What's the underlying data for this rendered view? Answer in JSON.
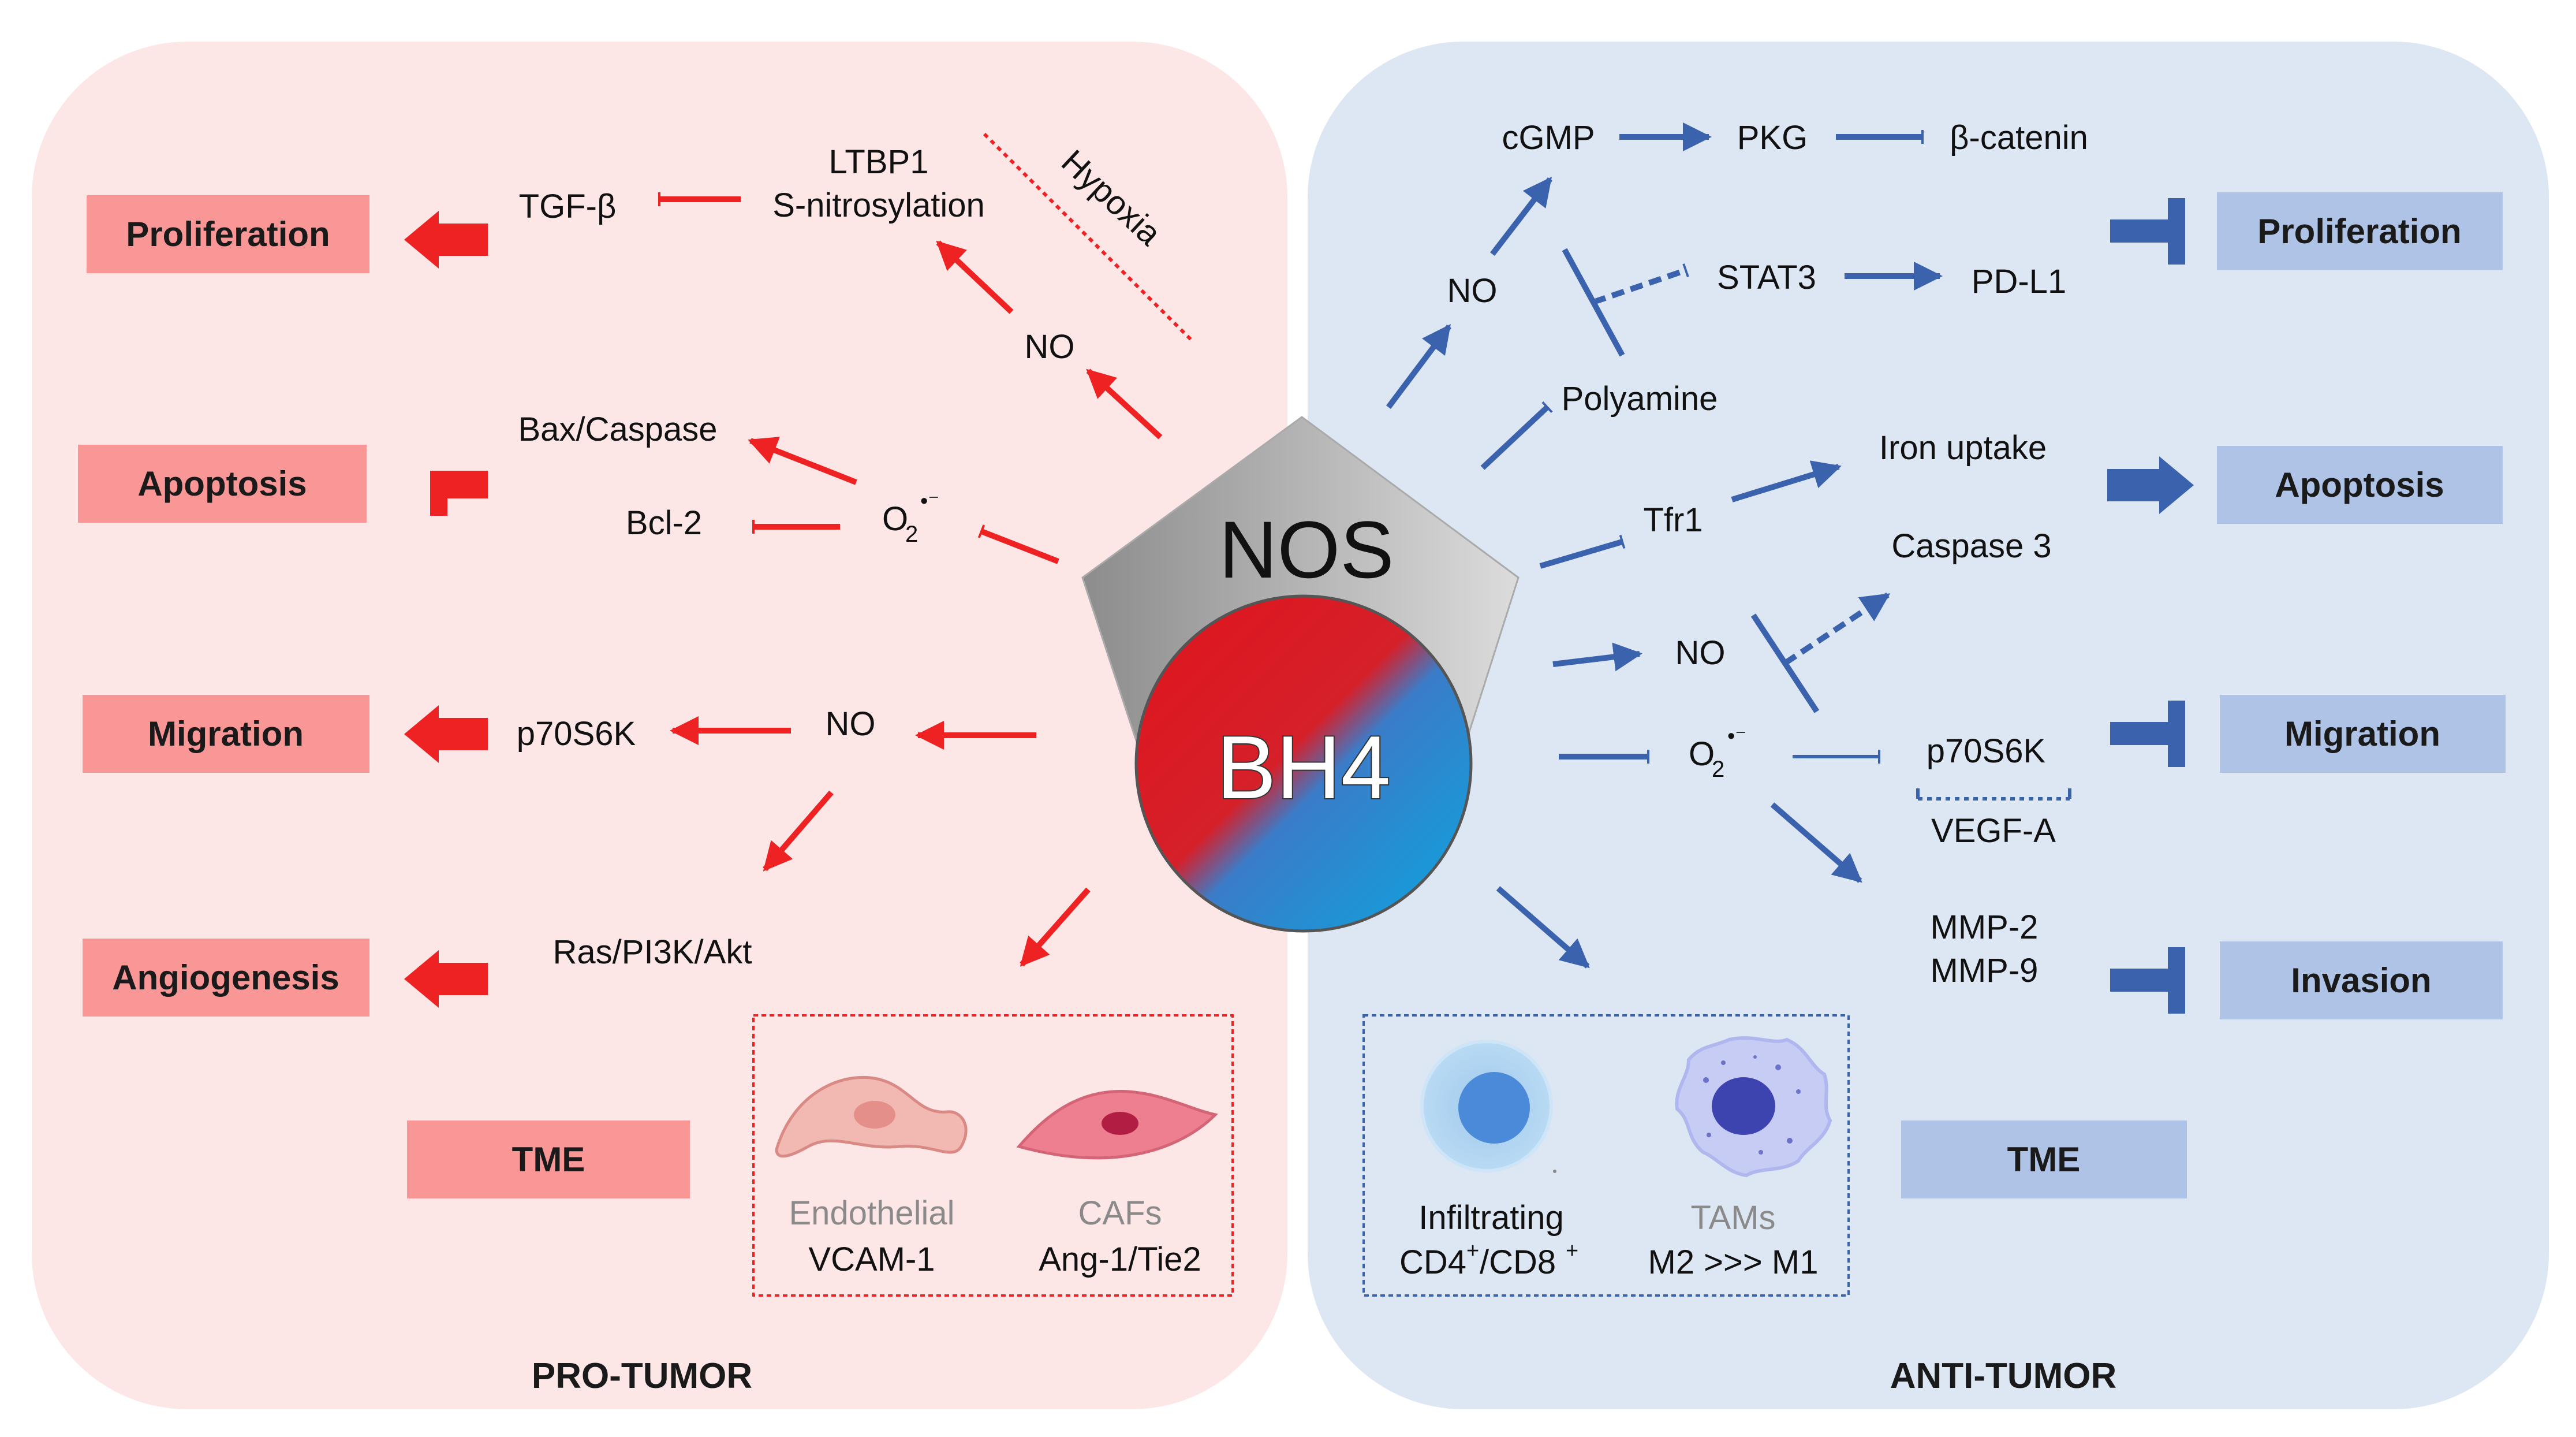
{
  "colors": {
    "pro_panel": "#fde6e6",
    "anti_panel": "#dde6f3",
    "pro_box": "#f99797",
    "anti_box": "#aec3e6",
    "red": "#ee2222",
    "blue": "#3b63ad"
  },
  "center": {
    "nos": "NOS",
    "bh4": "BH4"
  },
  "pro": {
    "title": "PRO-TUMOR",
    "boxes": {
      "proliferation": "Proliferation",
      "apoptosis": "Apoptosis",
      "migration": "Migration",
      "angiogenesis": "Angiogenesis",
      "tme": "TME"
    },
    "labels": {
      "tgf": "TGF-β",
      "ltbp1_a": "LTBP1",
      "ltbp1_b": "S-nitrosylation",
      "hypoxia": "Hypoxia",
      "no1": "NO",
      "bax": "Bax/Caspase",
      "bcl2": "Bcl-2",
      "o2": "O",
      "p70": "p70S6K",
      "no2": "NO",
      "ras": "Ras/PI3K/Akt"
    },
    "cells": {
      "endo": "Endothelial",
      "vcam": "VCAM-1",
      "cafs": "CAFs",
      "ang": "Ang-1/Tie2"
    }
  },
  "anti": {
    "title": "ANTI-TUMOR",
    "boxes": {
      "proliferation": "Proliferation",
      "apoptosis": "Apoptosis",
      "migration": "Migration",
      "invasion": "Invasion",
      "tme": "TME"
    },
    "labels": {
      "cgmp": "cGMP",
      "pkg": "PKG",
      "bcat": "β-catenin",
      "no1": "NO",
      "stat3": "STAT3",
      "pdl1": "PD-L1",
      "polyamine": "Polyamine",
      "iron": "Iron uptake",
      "tfr1": "Tfr1",
      "casp3": "Caspase 3",
      "no2": "NO",
      "o2": "O",
      "p70": "p70S6K",
      "vegf": "VEGF-A",
      "mmp2": "MMP-2",
      "mmp9": "MMP-9"
    },
    "cells": {
      "infil": "Infiltrating",
      "cd": "CD4",
      "cd2": "/CD8",
      "tams": "TAMs",
      "m2": "M2 >>> M1"
    }
  }
}
